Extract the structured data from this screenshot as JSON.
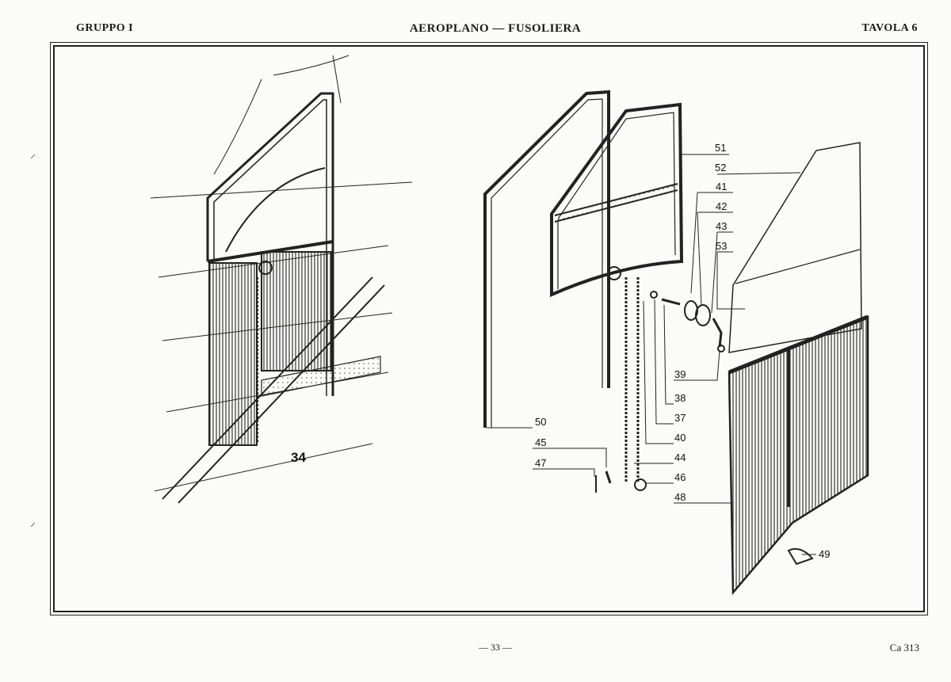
{
  "header": {
    "group": "GRUPPO I",
    "title": "AEROPLANO — FUSOLIERA",
    "plate": "TAVOLA 6"
  },
  "figure": {
    "number": "34",
    "callouts": [
      "51",
      "52",
      "41",
      "42",
      "43",
      "53",
      "39",
      "38",
      "37",
      "40",
      "44",
      "46",
      "48",
      "50",
      "45",
      "47",
      "49"
    ]
  },
  "footer": {
    "page": "— 33 —",
    "code": "Ca 313"
  }
}
